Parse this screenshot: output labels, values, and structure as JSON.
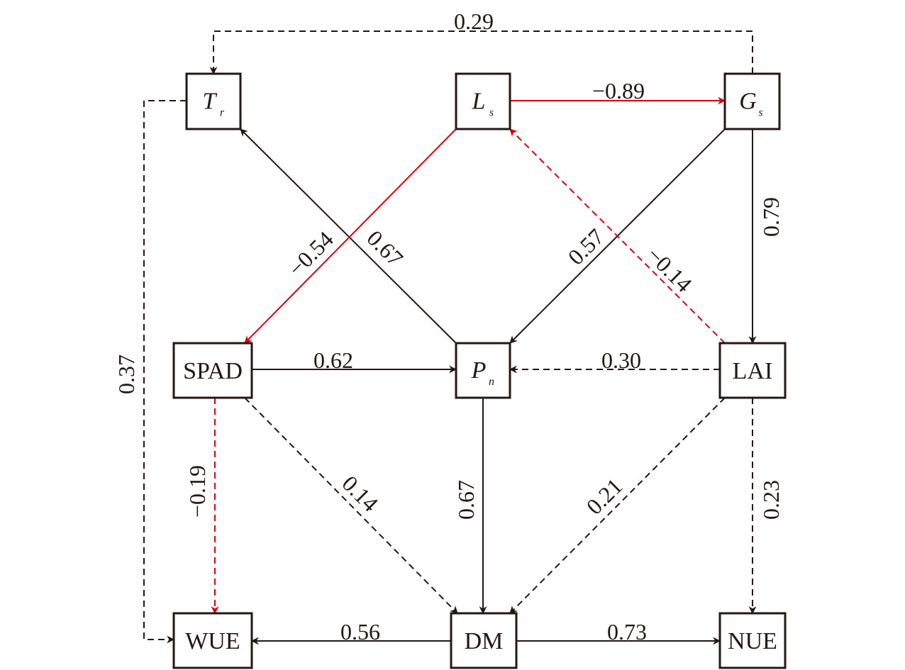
{
  "colors": {
    "line": "#231815",
    "negative": "#d7000f"
  },
  "nodes": [
    {
      "id": "Tr",
      "label": "T",
      "sub": "r",
      "italic": true
    },
    {
      "id": "Ls",
      "label": "L",
      "sub": "s",
      "italic": true
    },
    {
      "id": "Gs",
      "label": "G",
      "sub": "s",
      "italic": true
    },
    {
      "id": "SPAD",
      "label": "SPAD",
      "sub": "",
      "italic": false
    },
    {
      "id": "Pn",
      "label": "P",
      "sub": "n",
      "italic": true
    },
    {
      "id": "LAI",
      "label": "LAI",
      "sub": "",
      "italic": false
    },
    {
      "id": "WUE",
      "label": "WUE",
      "sub": "",
      "italic": false
    },
    {
      "id": "DM",
      "label": "DM",
      "sub": "",
      "italic": false
    },
    {
      "id": "NUE",
      "label": "NUE",
      "sub": "",
      "italic": false
    }
  ],
  "edges": [
    {
      "id": "Gs-Tr",
      "from": "Gs",
      "to": "Tr",
      "value": "0.29",
      "dashed": true,
      "color": "line"
    },
    {
      "id": "Ls-Gs",
      "from": "Ls",
      "to": "Gs",
      "value": "−0.89",
      "dashed": false,
      "color": "negative"
    },
    {
      "id": "Tr-WUE",
      "from": "Tr",
      "to": "WUE",
      "value": "0.37",
      "dashed": true,
      "color": "line"
    },
    {
      "id": "Pn-Tr",
      "from": "Pn",
      "to": "Tr",
      "value": "0.67",
      "dashed": false,
      "color": "line"
    },
    {
      "id": "Ls-SPAD",
      "from": "Ls",
      "to": "SPAD",
      "value": "−0.54",
      "dashed": false,
      "color": "negative"
    },
    {
      "id": "Gs-Pn",
      "from": "Gs",
      "to": "Pn",
      "value": "0.57",
      "dashed": false,
      "color": "line"
    },
    {
      "id": "LAI-Ls",
      "from": "LAI",
      "to": "Ls",
      "value": "−0.14",
      "dashed": true,
      "color": "negative"
    },
    {
      "id": "Gs-LAI",
      "from": "Gs",
      "to": "LAI",
      "value": "0.79",
      "dashed": false,
      "color": "line"
    },
    {
      "id": "SPAD-Pn",
      "from": "SPAD",
      "to": "Pn",
      "value": "0.62",
      "dashed": false,
      "color": "line"
    },
    {
      "id": "LAI-Pn",
      "from": "LAI",
      "to": "Pn",
      "value": "0.30",
      "dashed": true,
      "color": "line"
    },
    {
      "id": "SPAD-WUE",
      "from": "SPAD",
      "to": "WUE",
      "value": "−0.19",
      "dashed": true,
      "color": "negative"
    },
    {
      "id": "SPAD-DM",
      "from": "SPAD",
      "to": "DM",
      "value": "0.14",
      "dashed": true,
      "color": "line"
    },
    {
      "id": "Pn-DM",
      "from": "Pn",
      "to": "DM",
      "value": "0.67",
      "dashed": false,
      "color": "line"
    },
    {
      "id": "LAI-DM",
      "from": "LAI",
      "to": "DM",
      "value": "0.21",
      "dashed": true,
      "color": "line"
    },
    {
      "id": "LAI-NUE",
      "from": "LAI",
      "to": "NUE",
      "value": "0.23",
      "dashed": true,
      "color": "line"
    },
    {
      "id": "DM-WUE",
      "from": "DM",
      "to": "WUE",
      "value": "0.56",
      "dashed": false,
      "color": "line"
    },
    {
      "id": "DM-NUE",
      "from": "DM",
      "to": "NUE",
      "value": "0.73",
      "dashed": false,
      "color": "line"
    }
  ]
}
